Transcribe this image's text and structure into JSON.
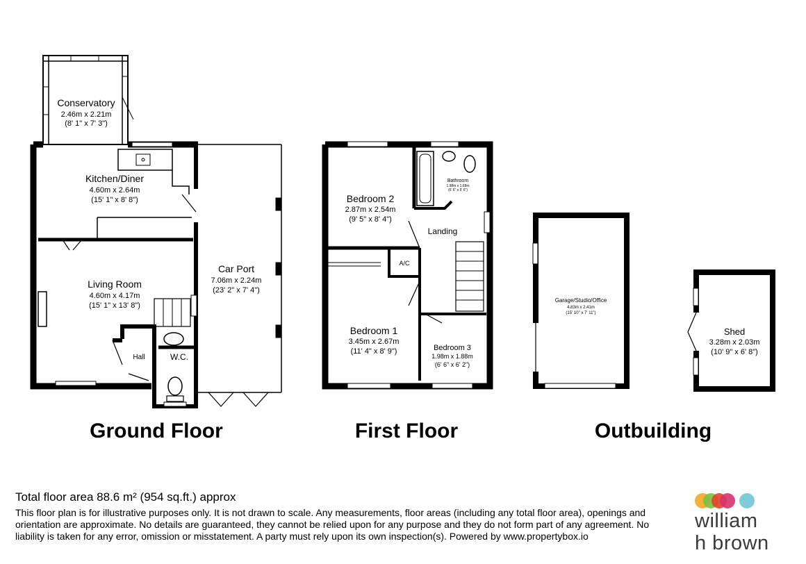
{
  "rooms": {
    "conservatory": {
      "name": "Conservatory",
      "metric": "2.46m x 2.21m",
      "imperial": "(8' 1\" x 7' 3\")"
    },
    "kitchen": {
      "name": "Kitchen/Diner",
      "metric": "4.60m x 2.64m",
      "imperial": "(15' 1\" x 8' 8\")"
    },
    "living": {
      "name": "Living Room",
      "metric": "4.60m x 4.17m",
      "imperial": "(15' 1\" x 13' 8\")"
    },
    "carport": {
      "name": "Car Port",
      "metric": "7.06m x 2.24m",
      "imperial": "(23' 2\" x 7' 4\")"
    },
    "hall": {
      "name": "Hall"
    },
    "wc": {
      "name": "W.C."
    },
    "bedroom2": {
      "name": "Bedroom 2",
      "metric": "2.87m x 2.54m",
      "imperial": "(9' 5\" x 8' 4\")"
    },
    "bathroom": {
      "name": "Bathroom",
      "metric": "1.98m x 1.68m",
      "imperial": "(6' 6\" x 5' 6\")"
    },
    "landing": {
      "name": "Landing"
    },
    "ac": {
      "name": "A/C"
    },
    "bedroom1": {
      "name": "Bedroom 1",
      "metric": "3.45m x 2.67m",
      "imperial": "(11' 4\" x 8' 9\")"
    },
    "bedroom3": {
      "name": "Bedroom 3",
      "metric": "1.98m x 1.88m",
      "imperial": "(6' 6\" x 6' 2\")"
    },
    "garage": {
      "name": "Garage/Studio/Office",
      "metric": "4.83m x 2.41m",
      "imperial": "(15' 10\" x 7' 11\")"
    },
    "shed": {
      "name": "Shed",
      "metric": "3.28m x 2.03m",
      "imperial": "(10' 9\" x 6' 8\")"
    }
  },
  "floors": {
    "ground": "Ground Floor",
    "first": "First Floor",
    "outbuilding": "Outbuilding"
  },
  "footer": {
    "total_area": "Total floor area 88.6 m² (954 sq.ft.) approx",
    "disclaimer": "This floor plan is for illustrative purposes only. It is not drawn to scale. Any measurements, floor areas (including any total floor area), openings and orientation are approximate. No details are guaranteed, they cannot be relied upon for any purpose and they do not form part of any agreement. No liability is taken for any error, omission or misstatement. A party must rely upon its own inspection(s). Powered by www.propertybox.io"
  },
  "brand": {
    "line1": "william",
    "line2": "h brown",
    "colors": [
      "#f5a623",
      "#7ac143",
      "#e8402a",
      "#d6336c",
      "#7fcbd8"
    ]
  }
}
